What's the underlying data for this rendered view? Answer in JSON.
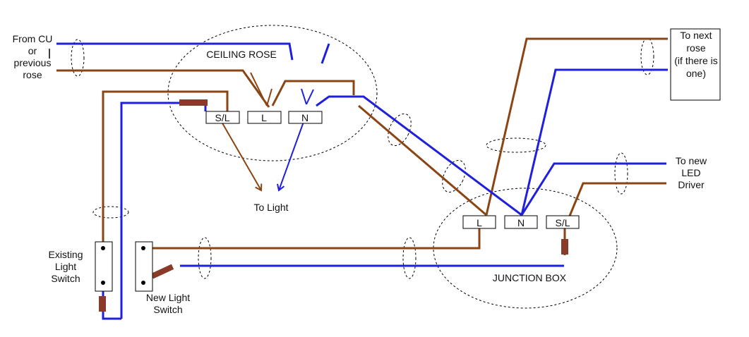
{
  "colors": {
    "live": "#8B4513",
    "neutral": "#1f1fdd",
    "sleeve": "#8a3a2a",
    "outline": "#000000"
  },
  "labels": {
    "from_cu": [
      "From CU",
      "or",
      "previous",
      "rose"
    ],
    "ceiling_rose": "CEILING ROSE",
    "to_light": "To Light",
    "to_next_rose": [
      "To next",
      "rose",
      "(if there is",
      "one)"
    ],
    "to_led": [
      "To new",
      "LED",
      "Driver"
    ],
    "junction_box": "JUNCTION BOX",
    "existing_switch": [
      "Existing",
      "Light",
      "Switch"
    ],
    "new_switch": [
      "New Light",
      "Switch"
    ]
  },
  "rose_terminals": {
    "sl": "S/L",
    "l": "L",
    "n": "N"
  },
  "jb_terminals": {
    "l": "L",
    "n": "N",
    "sl": "S/L"
  }
}
